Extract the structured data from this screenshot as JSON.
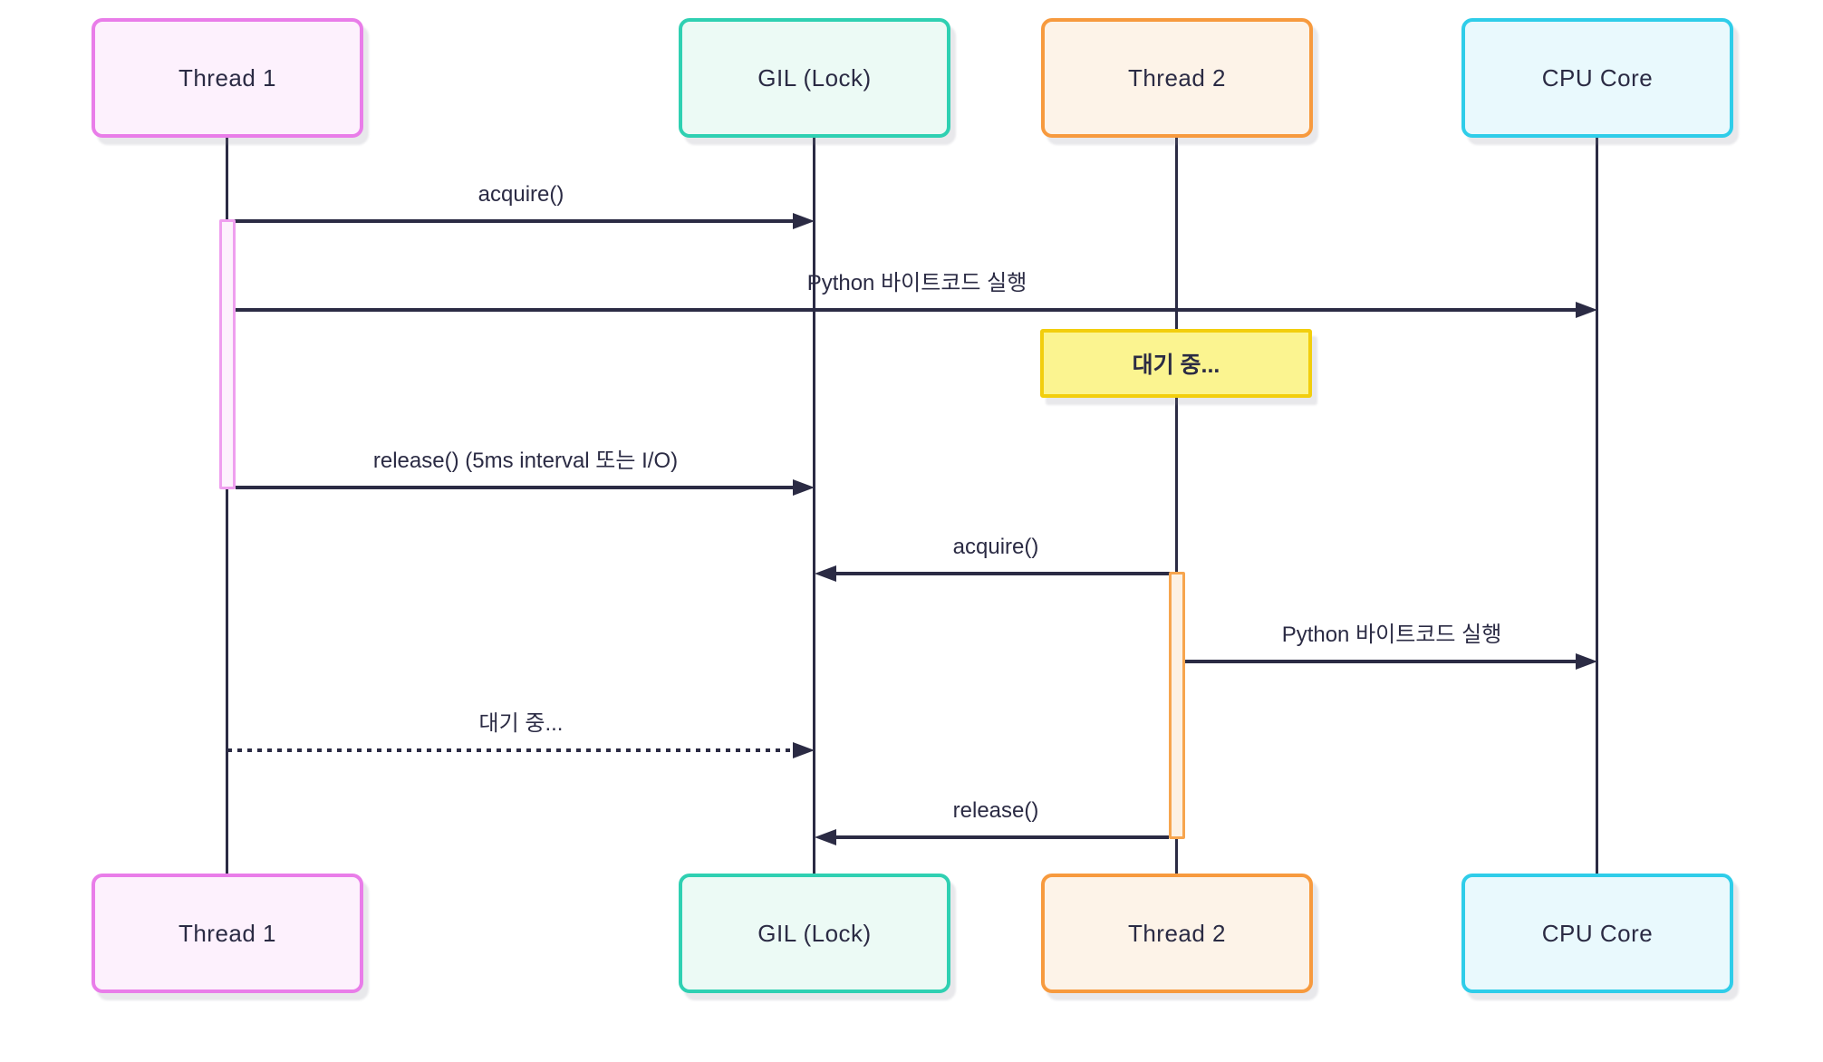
{
  "diagram": {
    "kind": "sequence-diagram",
    "topic": "Python GIL thread scheduling",
    "background_color": "#ffffff",
    "line_color": "#2b2b44",
    "text_color": "#2b2b44",
    "participants": [
      {
        "label": "Thread 1",
        "border_color": "#e97de9",
        "fill_color": "#fdf1fd"
      },
      {
        "label": "GIL (Lock)",
        "border_color": "#2fd0b2",
        "fill_color": "#ecfaf5"
      },
      {
        "label": "Thread 2",
        "border_color": "#f79a3e",
        "fill_color": "#fdf3e8"
      },
      {
        "label": "CPU Core",
        "border_color": "#2fcde9",
        "fill_color": "#e9f9fd"
      }
    ],
    "messages": [
      {
        "from": "Thread 1",
        "to": "GIL (Lock)",
        "label": "acquire()",
        "line": "solid"
      },
      {
        "from": "Thread 1",
        "to": "CPU Core",
        "label": "Python 바이트코드 실행",
        "line": "solid"
      },
      {
        "from": "Thread 1",
        "to": "GIL (Lock)",
        "label": "release() (5ms interval 또는 I/O)",
        "line": "solid"
      },
      {
        "from": "Thread 2",
        "to": "GIL (Lock)",
        "label": "acquire()",
        "line": "solid"
      },
      {
        "from": "Thread 2",
        "to": "CPU Core",
        "label": "Python 바이트코드 실행",
        "line": "solid"
      },
      {
        "from": "Thread 1",
        "to": "GIL (Lock)",
        "label": "대기 중...",
        "line": "dotted"
      },
      {
        "from": "Thread 2",
        "to": "GIL (Lock)",
        "label": "release()",
        "line": "solid"
      }
    ],
    "note": {
      "over": "Thread 2",
      "label": "대기 중...",
      "border_color": "#f2ce0d",
      "fill_color": "#fbf490"
    },
    "activations": [
      {
        "participant": "Thread 1",
        "border_color": "#ef9fef",
        "fill_color": "#fdf2fd"
      },
      {
        "participant": "Thread 2",
        "border_color": "#f7a54e",
        "fill_color": "#fdf1e3"
      }
    ]
  }
}
